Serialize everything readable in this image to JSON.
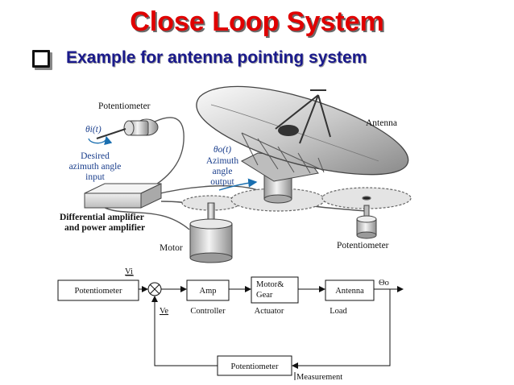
{
  "slide": {
    "title": "Close Loop System",
    "subtitle": "Example for antenna pointing system"
  },
  "illustration": {
    "potentiometer_top": "Potentiometer",
    "theta_i": "θi(t)",
    "desired_1": "Desired",
    "desired_2": "azimuth angle",
    "desired_3": "input",
    "theta_o": "θo(t)",
    "azimuth_1": "Azimuth",
    "azimuth_2": "angle",
    "azimuth_3": "output",
    "antenna": "Antenna",
    "diffamp_1": "Differential amplifier",
    "diffamp_2": "and power amplifier",
    "motor": "Motor",
    "potentiometer_bottom": "Potentiometer"
  },
  "block_diagram": {
    "vi": "Vi",
    "ve": "Ve",
    "theta_out": "Θo",
    "blocks": {
      "potentiometer_in": "Potentiometer",
      "amp": "Amp",
      "motor_gear_1": "Motor&",
      "motor_gear_2": "Gear",
      "antenna": "Antenna",
      "potentiometer_fb": "Potentiometer"
    },
    "captions": {
      "controller": "Controller",
      "actuator": "Actuator",
      "load": "Load",
      "measurement": "Measurement"
    }
  },
  "colors": {
    "title": "#e00000",
    "subtitle": "#1a1a8c",
    "label_blue": "#1a3e8c"
  }
}
